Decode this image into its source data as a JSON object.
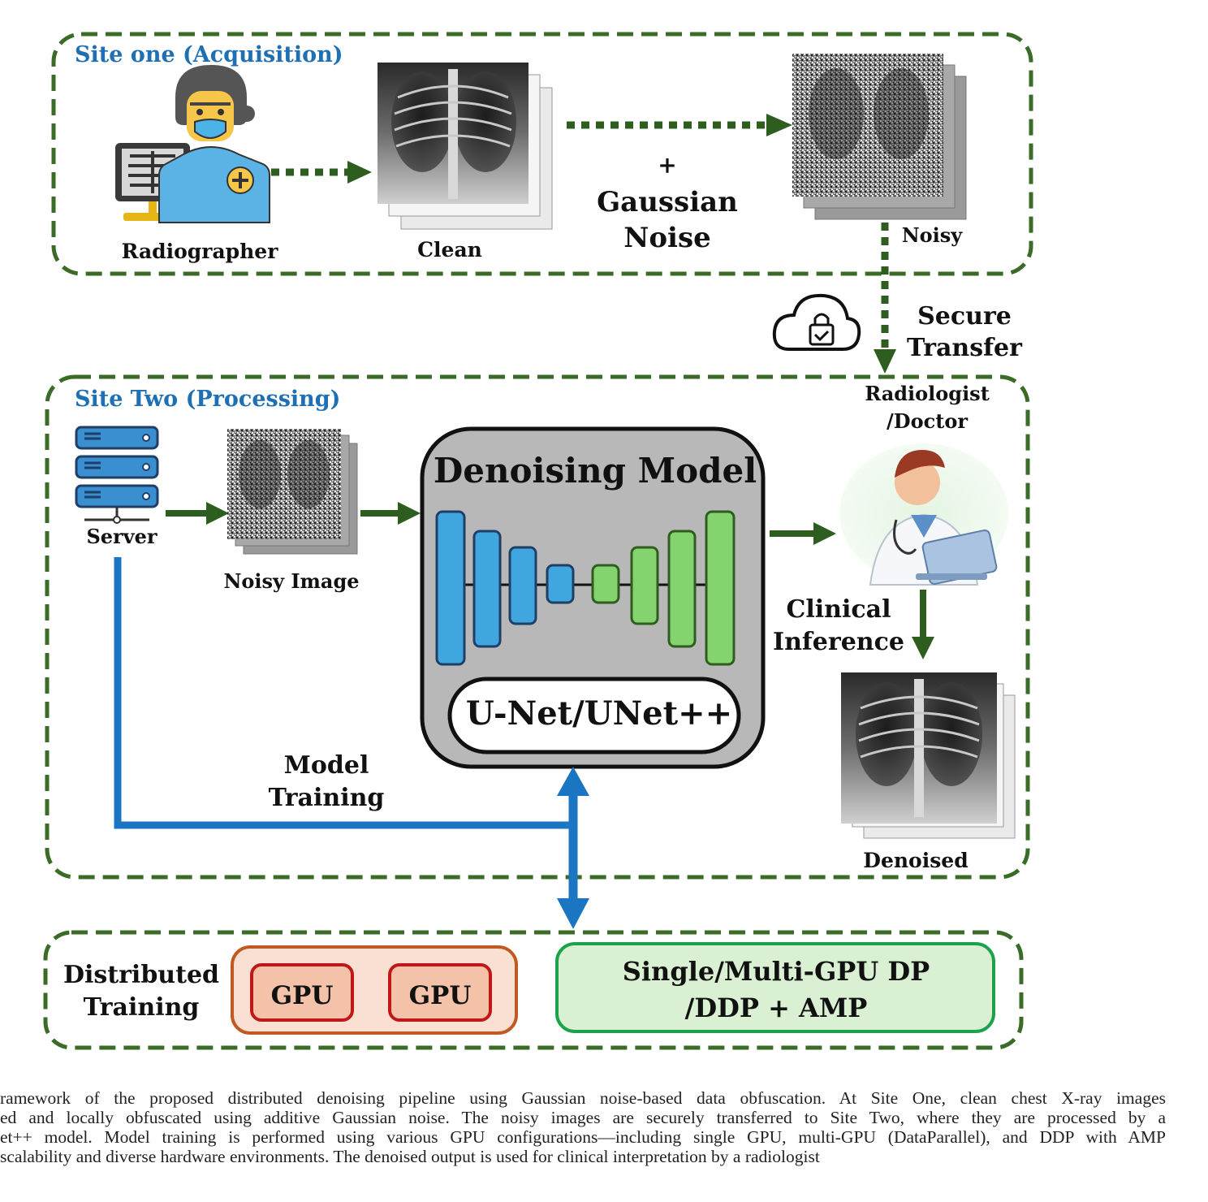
{
  "site_one": {
    "title": "Site one (Acquisition)",
    "radiographer_label": "Radiographer",
    "clean_label": "Clean",
    "noise_plus": "+",
    "noise_line1": "Gaussian",
    "noise_line2": "Noise",
    "noisy_label": "Noisy"
  },
  "transfer": {
    "line1": "Secure",
    "line2": "Transfer",
    "icon": "cloud-lock-icon"
  },
  "site_two": {
    "title": "Site Two (Processing)",
    "server_label": "Server",
    "noisy_image_label": "Noisy Image",
    "model_title": "Denoising Model",
    "model_arch": "U-Net/UNet++",
    "doctor_line1": "Radiologist",
    "doctor_line2": "/Doctor",
    "inference_line1": "Clinical",
    "inference_line2": "Inference",
    "denoised_label": "Denoised",
    "training_line1": "Model",
    "training_line2": "Training"
  },
  "distributed": {
    "label_line1": "Distributed",
    "label_line2": "Training",
    "gpu1": "GPU",
    "gpu2": "GPU",
    "config_line1": "Single/Multi-GPU DP",
    "config_line2": "/DDP + AMP"
  },
  "caption": {
    "line1": "ramework of the proposed distributed denoising pipeline using Gaussian noise-based data obfuscation. At Site One, clean chest X-ray images",
    "line2": "ed and locally obfuscated using additive Gaussian noise. The noisy images are securely transferred to Site Two, where they are processed by a",
    "line3": "et++ model. Model training is performed using various GPU configurations—including single GPU, multi-GPU (DataParallel), and DDP with AMP",
    "line4": "scalability and diverse hardware environments. The denoised output is used for clinical interpretation by a radiologist"
  },
  "colors": {
    "dashed_border": "#3a6b27",
    "site_title": "#1f6fb5",
    "arrow_green": "#2e5e1f",
    "arrow_blue": "#1a75c2",
    "encoder": "#3fa6e0",
    "decoder": "#84d36e",
    "model_bg": "#b8b8b8",
    "gpu_box_bg": "#f9e0d2",
    "gpu_box_border": "#c05a23",
    "gpu_chip_bg": "#f4c2a8",
    "gpu_chip_border": "#c01818",
    "config_bg": "#d9f0d2",
    "config_border": "#1aa34a"
  }
}
